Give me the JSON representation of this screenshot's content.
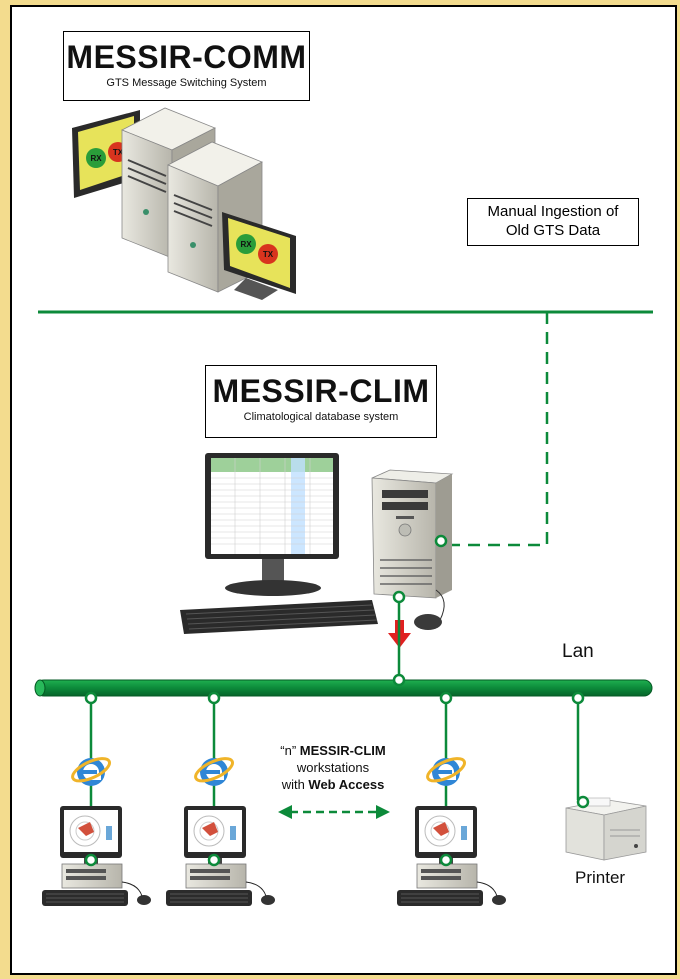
{
  "comm": {
    "title": "MESSIR-COMM",
    "subtitle": "GTS Message Switching System",
    "rx_label": "RX",
    "tx_label": "TX"
  },
  "manual": {
    "line1": "Manual Ingestion of",
    "line2": "Old GTS Data"
  },
  "clim": {
    "title": "MESSIR-CLIM",
    "subtitle": "Climatological database system"
  },
  "lan": {
    "label": "Lan"
  },
  "workstations": {
    "q_open": "“n” ",
    "name": "MESSIR-CLIM",
    "line2": "workstations",
    "with": "with ",
    "web": "Web Access"
  },
  "printer": {
    "label": "Printer"
  },
  "colors": {
    "accent": "#0c8a3a",
    "arrow": "#e02020",
    "border": "#000000",
    "background": "#f3dc8e"
  },
  "icons": [
    "server-icon",
    "monitor-icon",
    "desktop-computer-icon",
    "keyboard-icon",
    "mouse-icon",
    "internet-explorer-icon",
    "printer-icon"
  ]
}
